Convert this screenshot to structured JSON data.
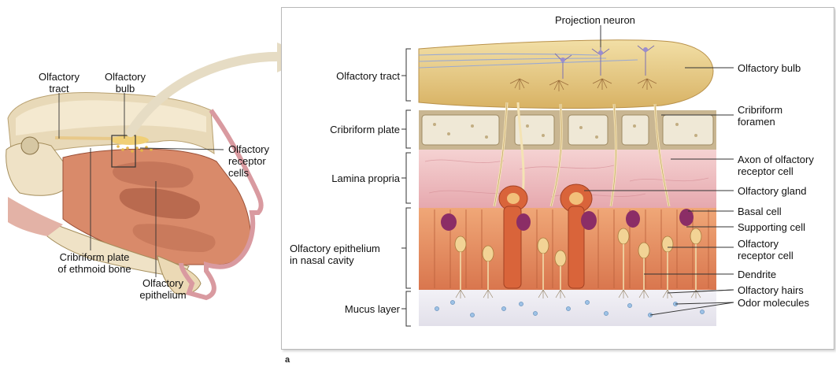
{
  "figure": {
    "panel_letter": "a"
  },
  "left_panel": {
    "labels": {
      "olfactory_tract": "Olfactory\ntract",
      "olfactory_bulb": "Olfactory\nbulb",
      "olfactory_receptor_cells": "Olfactory\nreceptor\ncells",
      "cribriform_plate_of_ethmoid_bone": "Cribriform plate\nof ethmoid bone",
      "olfactory_epithelium": "Olfactory\nepithelium"
    }
  },
  "right_panel": {
    "left_labels": {
      "olfactory_tract": "Olfactory tract",
      "cribriform_plate": "Cribriform plate",
      "lamina_propria": "Lamina propria",
      "olfactory_epithelium_in_nasal_cavity": "Olfactory epithelium\nin nasal cavity",
      "mucus_layer": "Mucus layer"
    },
    "top_label": {
      "projection_neuron": "Projection neuron"
    },
    "right_labels": {
      "olfactory_bulb": "Olfactory bulb",
      "cribriform_foramen": "Cribriform\nforamen",
      "axon_of_olfactory_receptor_cell": "Axon of olfactory\nreceptor cell",
      "olfactory_gland": "Olfactory gland",
      "basal_cell": "Basal cell",
      "supporting_cell": "Supporting cell",
      "olfactory_receptor_cell": "Olfactory\nreceptor cell",
      "dendrite": "Dendrite",
      "olfactory_hairs": "Olfactory hairs",
      "odor_molecules": "Odor molecules"
    }
  },
  "colors": {
    "bulb": "#e7c98a",
    "bone": "#efe8d6",
    "lamina": "#ecc0c4",
    "epithelium": "#e89a6c",
    "mucus": "#eceaf2",
    "gland": "#d9643a",
    "basal": "#8b2d66",
    "axon": "#f1dcaa"
  }
}
